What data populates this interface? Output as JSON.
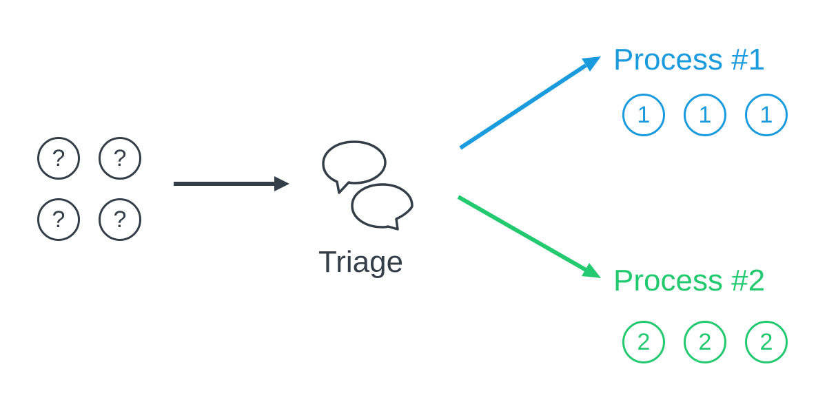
{
  "colors": {
    "dark": "#333e48",
    "process1": "#1a9bde",
    "process2": "#22c96e"
  },
  "inputs": {
    "items": [
      "?",
      "?",
      "?",
      "?"
    ]
  },
  "triage": {
    "label": "Triage",
    "icon": "speech-bubbles-icon"
  },
  "process1": {
    "label": "Process #1",
    "items": [
      "1",
      "1",
      "1"
    ]
  },
  "process2": {
    "label": "Process #2",
    "items": [
      "2",
      "2",
      "2"
    ]
  }
}
